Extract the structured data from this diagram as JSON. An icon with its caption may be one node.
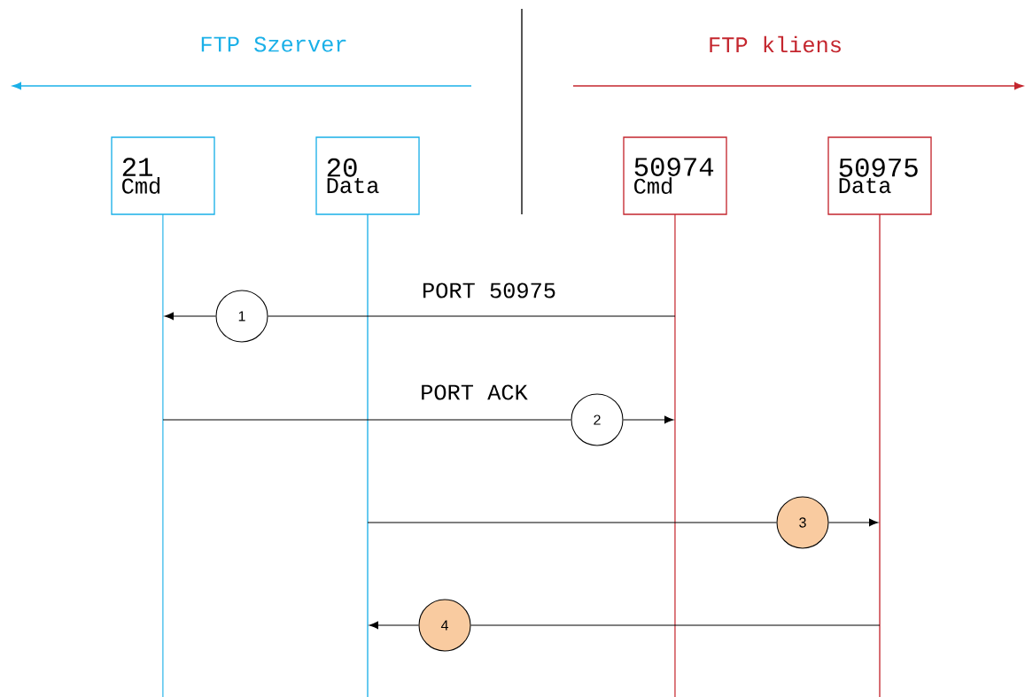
{
  "diagram": {
    "nodes": [
      {
        "text": [
          "21",
          "Cmd"
        ]
      },
      {
        "text": [
          "20",
          "Data"
        ]
      },
      {
        "text": [
          "50974",
          "Cmd"
        ]
      },
      {
        "text": [
          "50975",
          "Data"
        ]
      },
      {
        "text": [],
        "shape": "line"
      },
      {
        "text": [],
        "shape": "line"
      },
      {
        "text": [],
        "shape": "line"
      },
      {
        "text": [],
        "shape": "line"
      },
      {
        "text": [
          "1"
        ]
      },
      {
        "text": [
          "2"
        ]
      },
      {
        "text": [
          "3"
        ]
      },
      {
        "text": [
          "4"
        ]
      }
    ],
    "edges": [
      {
        "from": 6,
        "to": 8,
        "arrow": "none",
        "label": "PORT 50975"
      },
      {
        "from": 8,
        "to": 4,
        "arrow": "to"
      },
      {
        "from": 4,
        "to": 9,
        "arrow": "none",
        "label": "PORT ACK"
      },
      {
        "from": 9,
        "to": 6,
        "arrow": "to"
      },
      {
        "from": 5,
        "to": 10,
        "arrow": "none"
      },
      {
        "from": 10,
        "to": 7,
        "arrow": "to"
      },
      {
        "from": 7,
        "to": 11,
        "arrow": "none"
      },
      {
        "from": 11,
        "to": 5,
        "arrow": "to"
      }
    ],
    "labels": [
      "FTP Szerver",
      "FTP kliens"
    ]
  }
}
